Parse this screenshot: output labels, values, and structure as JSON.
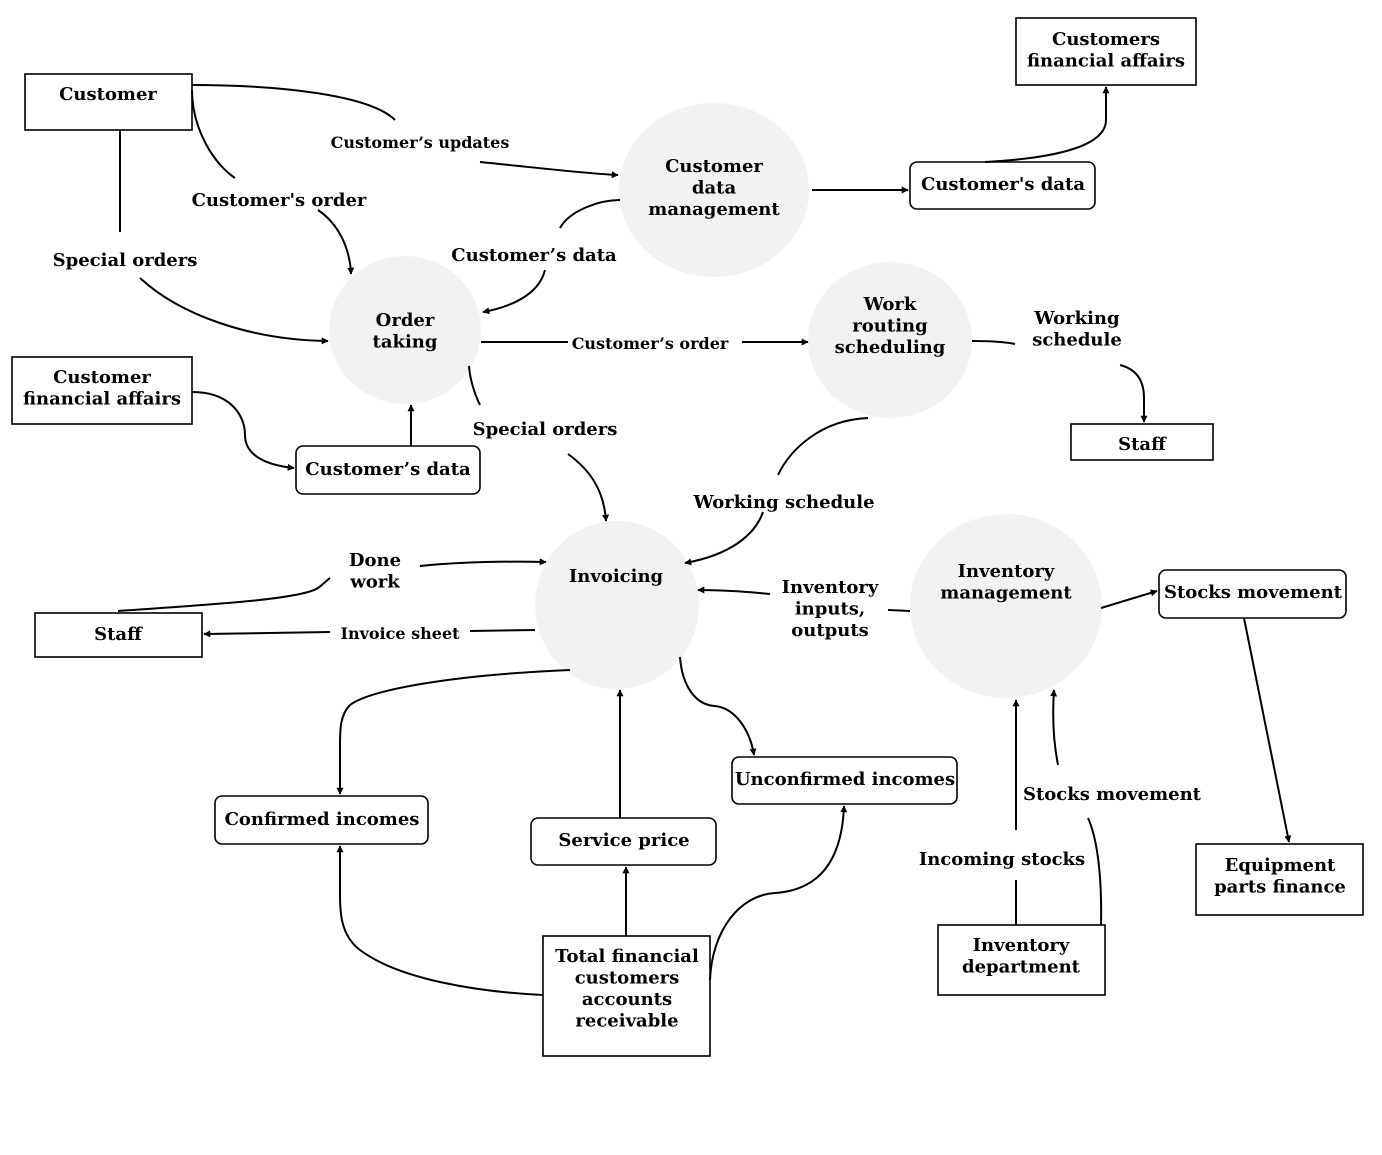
{
  "processes": {
    "customer_data_management": [
      "Customer",
      "data",
      "management"
    ],
    "order_taking": [
      "Order",
      "taking"
    ],
    "work_routing_scheduling": [
      "Work",
      "routing",
      "scheduling"
    ],
    "invoicing": [
      "Invoicing"
    ],
    "inventory_management": [
      "Inventory",
      "management"
    ]
  },
  "entities": {
    "customer": [
      "Customer"
    ],
    "customers_financial_affairs_top": [
      "Customers",
      "financial affairs"
    ],
    "customer_financial_affairs_left": [
      "Customer",
      "financial affairs"
    ],
    "staff_right": [
      "Staff"
    ],
    "staff_left": [
      "Staff"
    ],
    "equipment_parts_finance": [
      "Equipment",
      "parts finance"
    ],
    "inventory_department": [
      "Inventory",
      "department"
    ],
    "total_financial": [
      "Total financial",
      "customers",
      "accounts",
      "receivable"
    ]
  },
  "stores": {
    "customers_data_right": "Customer's data",
    "customers_data_left": "Customer’s data",
    "stocks_movement": "Stocks movement",
    "confirmed_incomes": "Confirmed incomes",
    "service_price": "Service price",
    "unconfirmed_incomes": "Unconfirmed incomes"
  },
  "flows": {
    "customers_updates": [
      "Customer’s updates"
    ],
    "customers_order_1": [
      "Customer's order"
    ],
    "special_orders_1": [
      "Special orders"
    ],
    "customers_data_flow": [
      "Customer’s data"
    ],
    "customers_order_2": [
      "Customer’s order"
    ],
    "working_schedule_1": [
      "Working",
      "schedule"
    ],
    "special_orders_2": [
      "Special orders"
    ],
    "working_schedule_2": [
      "Working schedule"
    ],
    "done_work": [
      "Done",
      "work"
    ],
    "invoice_sheet": [
      "Invoice sheet"
    ],
    "inventory_io": [
      "Inventory",
      "inputs,",
      "outputs"
    ],
    "stocks_movement_flow": [
      "Stocks movement"
    ],
    "incoming_stocks": [
      "Incoming stocks"
    ]
  },
  "colors": {
    "process_fill": "#f2f2f2",
    "stroke": "#000000",
    "text": "#000000"
  }
}
